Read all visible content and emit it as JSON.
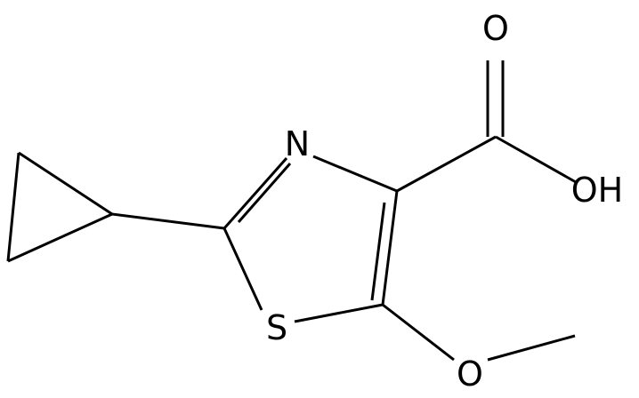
{
  "molecule": {
    "atom_labels": {
      "carbonyl_oxygen": "O",
      "hydroxyl": "OH",
      "nitrogen": "N",
      "sulfur": "S",
      "ether_oxygen": "O"
    }
  }
}
